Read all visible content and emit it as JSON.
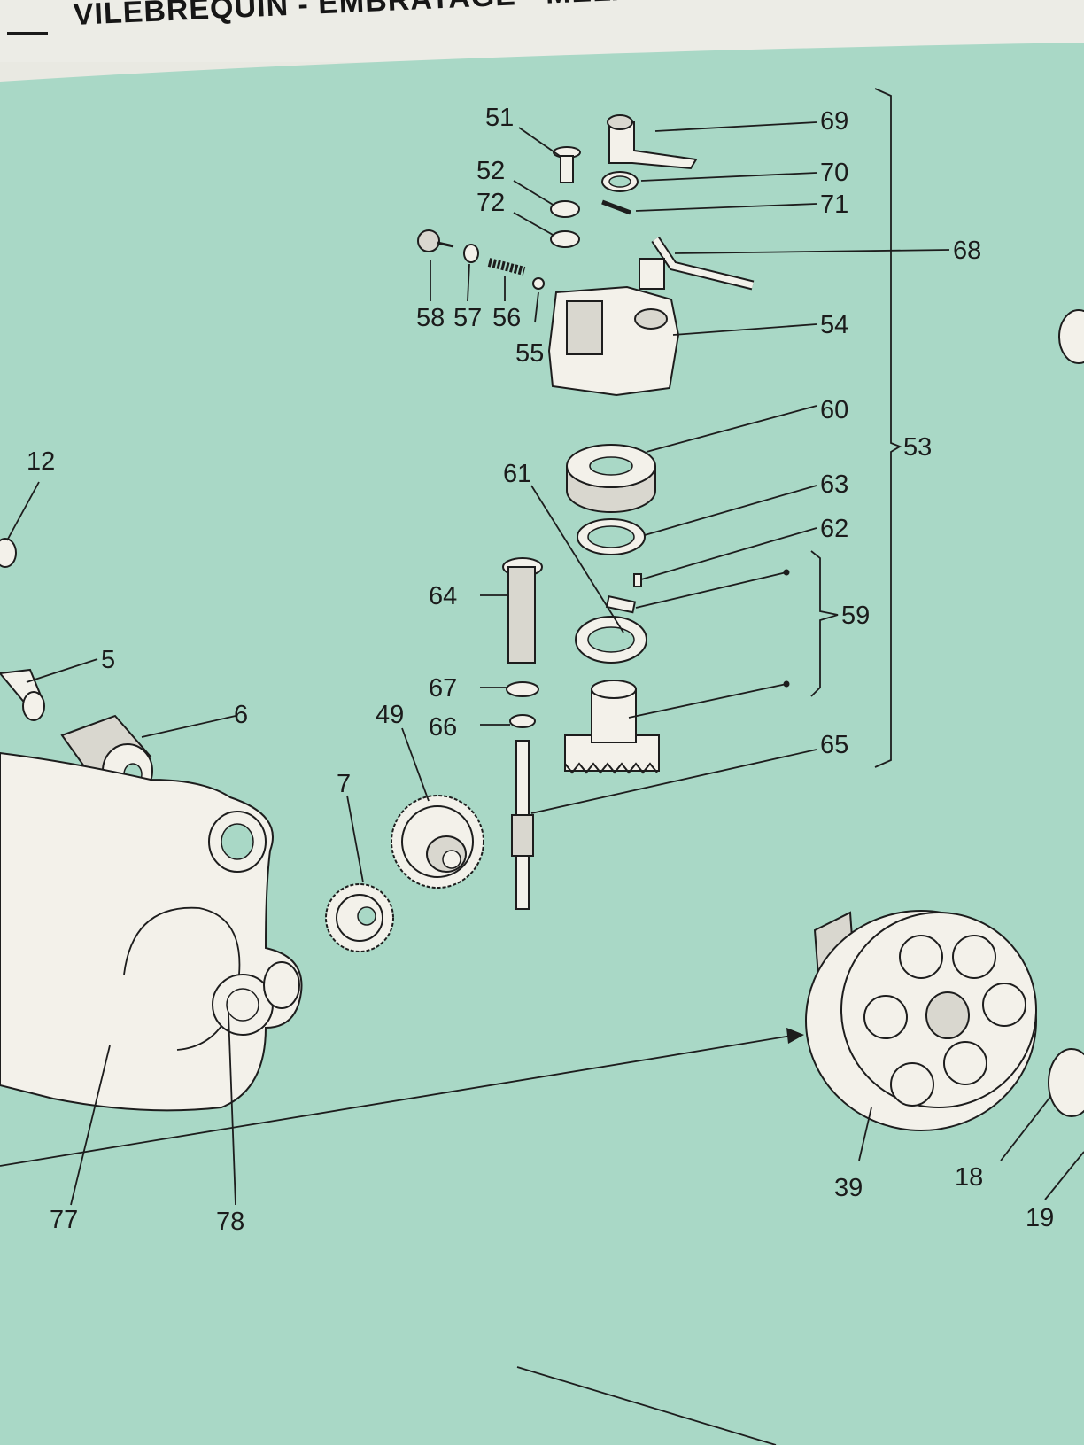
{
  "header": {
    "title": "VILEBREQUIN - EMBRAYAGE - MELANGE..."
  },
  "colors": {
    "sheet": "#a9d8c6",
    "paper": "#ecece6",
    "ink": "#1b1b1b"
  },
  "callouts": {
    "n51": "51",
    "n52": "52",
    "n72": "72",
    "n69": "69",
    "n70": "70",
    "n71": "71",
    "n68": "68",
    "n58": "58",
    "n57": "57",
    "n56": "56",
    "n55": "55",
    "n54": "54",
    "n60": "60",
    "n53": "53",
    "n61": "61",
    "n63": "63",
    "n62": "62",
    "n64": "64",
    "n59": "59",
    "n67": "67",
    "n66": "66",
    "n65": "65",
    "n49": "49",
    "n7": "7",
    "n12": "12",
    "n5": "5",
    "n6": "6",
    "n77": "77",
    "n78": "78",
    "n39": "39",
    "n18": "18",
    "n19": "19"
  }
}
